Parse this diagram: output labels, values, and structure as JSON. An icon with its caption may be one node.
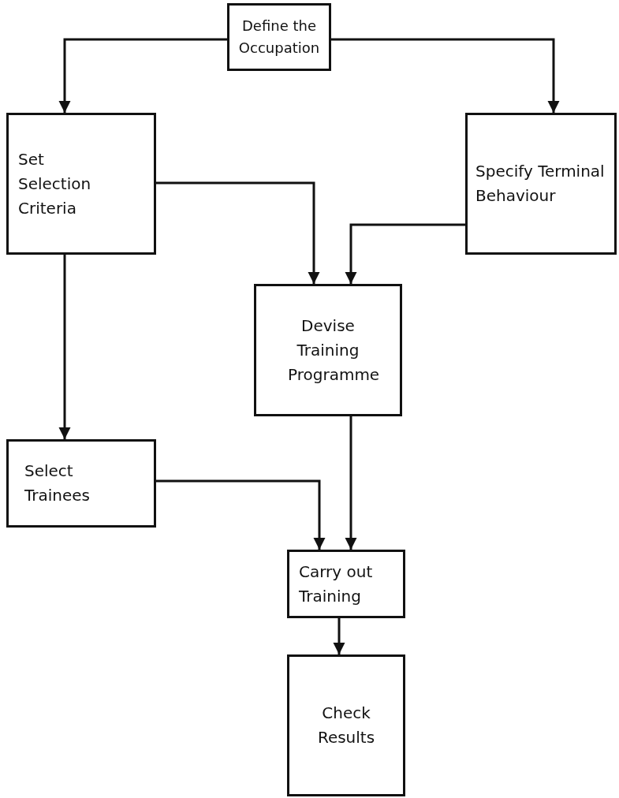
{
  "diagram": {
    "nodes": [
      {
        "text": [
          "Define the Occupation"
        ]
      },
      {
        "text": [
          "Set Selection Criteria"
        ]
      },
      {
        "text": [
          "Specify Terminal Behaviour"
        ]
      },
      {
        "text": [
          "Devise Training Programme"
        ]
      },
      {
        "text": [
          "Select Trainees"
        ]
      },
      {
        "text": [
          "Carry out Training"
        ]
      },
      {
        "text": [
          "Check Results"
        ]
      }
    ],
    "edges": [
      {
        "from": 0,
        "to": 1,
        "arrow": "to"
      },
      {
        "from": 0,
        "to": 2,
        "arrow": "to"
      },
      {
        "from": 1,
        "to": 3,
        "arrow": "to"
      },
      {
        "from": 2,
        "to": 3,
        "arrow": "to"
      },
      {
        "from": 1,
        "to": 4,
        "arrow": "to"
      },
      {
        "from": 4,
        "to": 5,
        "arrow": "to"
      },
      {
        "from": 3,
        "to": 5,
        "arrow": "to"
      },
      {
        "from": 5,
        "to": 6,
        "arrow": "to"
      }
    ]
  }
}
